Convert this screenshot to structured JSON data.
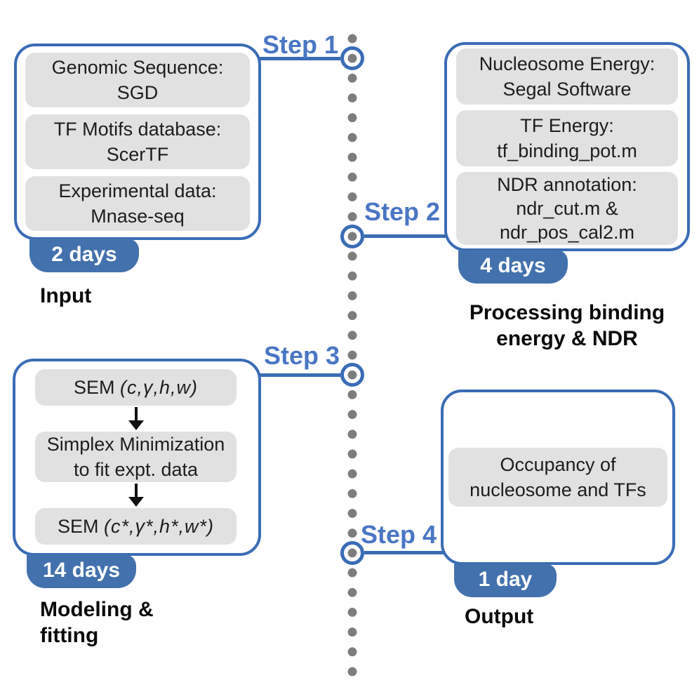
{
  "timeline": {
    "steps": [
      {
        "label": "Step 1"
      },
      {
        "label": "Step 2"
      },
      {
        "label": "Step 3"
      },
      {
        "label": "Step 4"
      }
    ]
  },
  "groups": [
    {
      "name": "input",
      "items": [
        {
          "lines": [
            "Genomic Sequence:",
            "SGD"
          ]
        },
        {
          "lines": [
            "TF Motifs database:",
            "ScerTF"
          ]
        },
        {
          "lines": [
            "Experimental data:",
            "Mnase-seq"
          ]
        }
      ],
      "duration": "2 days",
      "caption_lines": [
        "Input"
      ]
    },
    {
      "name": "processing",
      "items": [
        {
          "lines": [
            "Nucleosome Energy:",
            "Segal Software"
          ]
        },
        {
          "lines": [
            "TF Energy:",
            "tf_binding_pot.m"
          ]
        },
        {
          "lines": [
            "NDR annotation:",
            "ndr_cut.m &",
            "ndr_pos_cal2.m"
          ]
        }
      ],
      "duration": "4 days",
      "caption_lines": [
        "Processing binding",
        "energy & NDR"
      ]
    },
    {
      "name": "modeling",
      "items": [
        {
          "prefix": "SEM ",
          "math": "(c,γ,h,w)"
        },
        {
          "lines": [
            "Simplex Minimization",
            "to fit expt. data"
          ]
        },
        {
          "prefix": "SEM ",
          "math": "(c*,γ*,h*,w*)"
        }
      ],
      "duration": "14 days",
      "caption_lines": [
        "Modeling &",
        "fitting"
      ]
    },
    {
      "name": "output",
      "items": [
        {
          "lines": [
            "Occupancy of",
            "nucleosome and TFs"
          ]
        }
      ],
      "duration": "1 day",
      "caption_lines": [
        "Output"
      ]
    }
  ],
  "colors": {
    "accent_blue": "#3a6cb5",
    "step_label_blue": "#4a76c4",
    "badge_blue": "#4371ad",
    "dot_gray": "#7d7d7d",
    "item_gray": "#e1e1e1",
    "text_dark": "#1d1d1d"
  }
}
